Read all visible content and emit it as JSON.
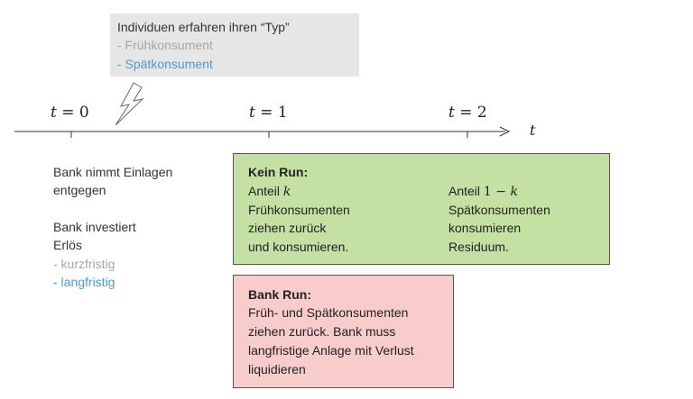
{
  "info_box": {
    "title": "Individuen erfahren ihren “Typ”",
    "early": "- Frühkonsument",
    "late": "- Spätkonsument"
  },
  "timeline": {
    "t0": "= 0",
    "t1": "= 1",
    "t2": "= 2",
    "t_var": "t",
    "axis_label": "t"
  },
  "left_block": {
    "line1": "Bank nimmt Einlagen",
    "line2": "entgegen",
    "line3": "Bank investiert",
    "line4": "Erlös",
    "line5": "- kurzfristig",
    "line6": "- langfristig"
  },
  "kein_run": {
    "heading": "Kein Run:",
    "left_share_prefix": "Anteil ",
    "left_share_var": "k",
    "left_l1": "Frühkonsumenten",
    "left_l2": "ziehen zurück",
    "left_l3": "und konsumieren.",
    "right_share_prefix": "Anteil ",
    "right_share_expr": "1 − ",
    "right_share_var": "k",
    "right_l1": "Spätkonsumenten",
    "right_l2": "konsumieren",
    "right_l3": "Residuum."
  },
  "bank_run": {
    "heading": "Bank Run:",
    "l1": "Früh- und Spätkonsumenten",
    "l2": "ziehen zurück. Bank muss",
    "l3": "langfristige Anlage mit Verlust",
    "l4": "liquidieren"
  },
  "colors": {
    "early": "#a6a6a6",
    "late": "#4a9ad6",
    "kein_run_bg": "#c5e0a3",
    "bank_run_bg": "#f9cccc",
    "info_bg": "#e6e6e6"
  }
}
